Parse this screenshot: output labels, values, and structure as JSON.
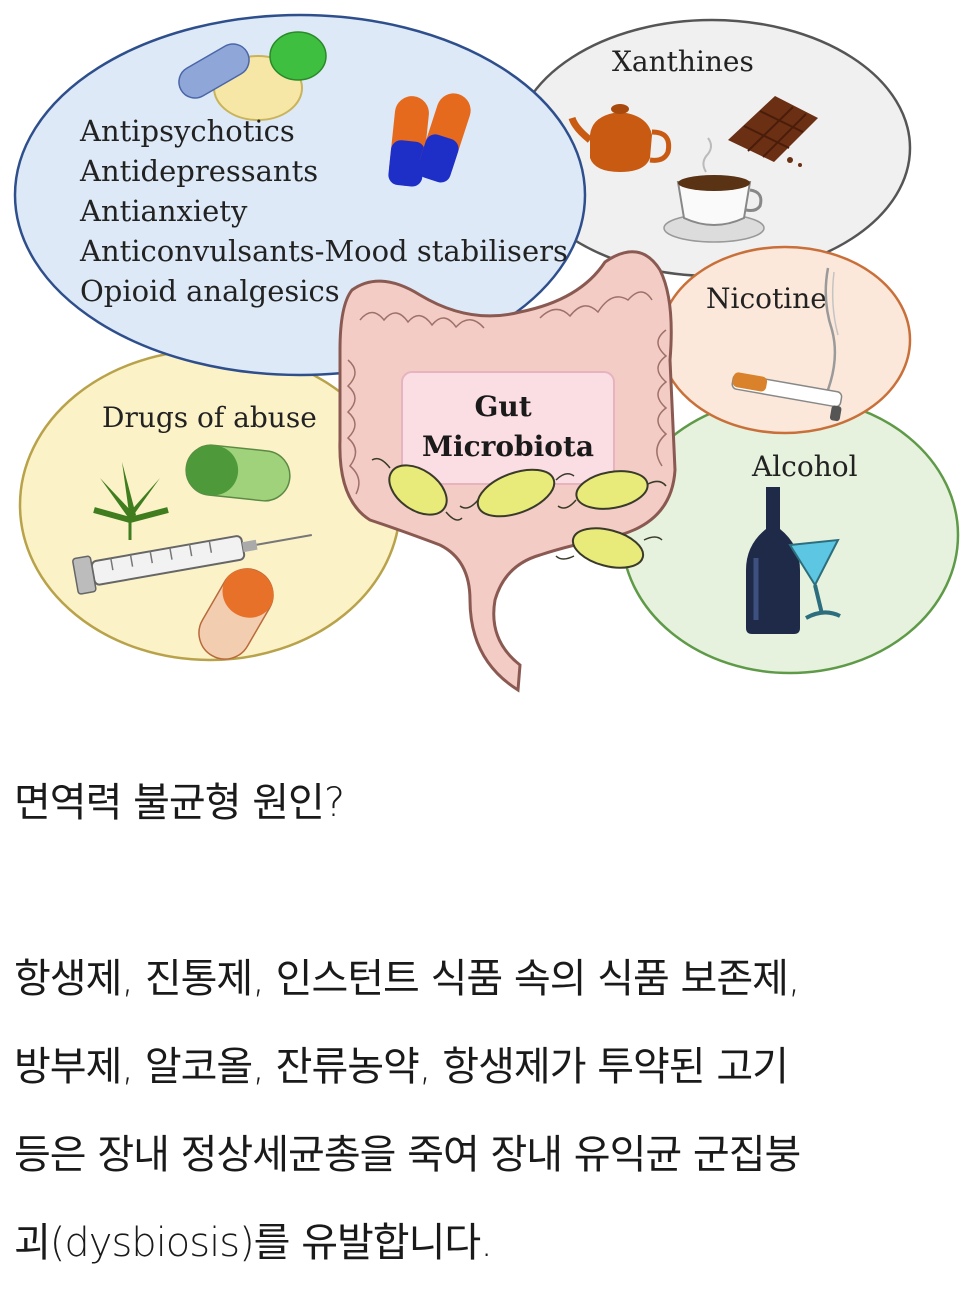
{
  "diagram": {
    "center_label": [
      "Gut",
      "Microbiota"
    ],
    "groups": {
      "psychotropics": {
        "items": [
          "Antipsychotics",
          "Antidepressants",
          "Antianxiety",
          "Anticonvulsants-Mood stabilisers",
          "Opioid analgesics"
        ]
      },
      "xanthines": {
        "label": "Xanthines"
      },
      "nicotine": {
        "label": "Nicotine"
      },
      "alcohol": {
        "label": "Alcohol"
      },
      "drugs": {
        "label": "Drugs of abuse"
      }
    },
    "colors": {
      "psychotropics_fill": "#dde9f7",
      "psychotropics_stroke": "#2e4f8c",
      "xanthines_fill": "#f0f0f0",
      "xanthines_stroke": "#555555",
      "nicotine_fill": "#fbe8da",
      "nicotine_stroke": "#c9703a",
      "alcohol_fill": "#e6f2dd",
      "alcohol_stroke": "#5e9a48",
      "drugs_fill": "#fbf2c8",
      "drugs_stroke": "#b8a24a",
      "gut_fill": "#f3cdc5",
      "microbe_fill": "#e8ea7a"
    },
    "icons": [
      "pill-capsule-icon",
      "teapot-icon",
      "chocolate-icon",
      "coffee-cup-icon",
      "cigarette-icon",
      "wine-bottle-icon",
      "cocktail-glass-icon",
      "cannabis-leaf-icon",
      "syringe-icon",
      "intestine-icon",
      "bacteria-icon"
    ]
  },
  "article": {
    "question": "면역력 불균형 원인?",
    "lines": [
      "항생제, 진통제, 인스턴트 식품 속의 식품 보존제,",
      "방부제, 알코올, 잔류농약, 항생제가 투약된 고기",
      "등은 장내 정상세균총을 죽여 장내 유익균 군집붕",
      "괴(dysbiosis)를 유발합니다."
    ]
  }
}
